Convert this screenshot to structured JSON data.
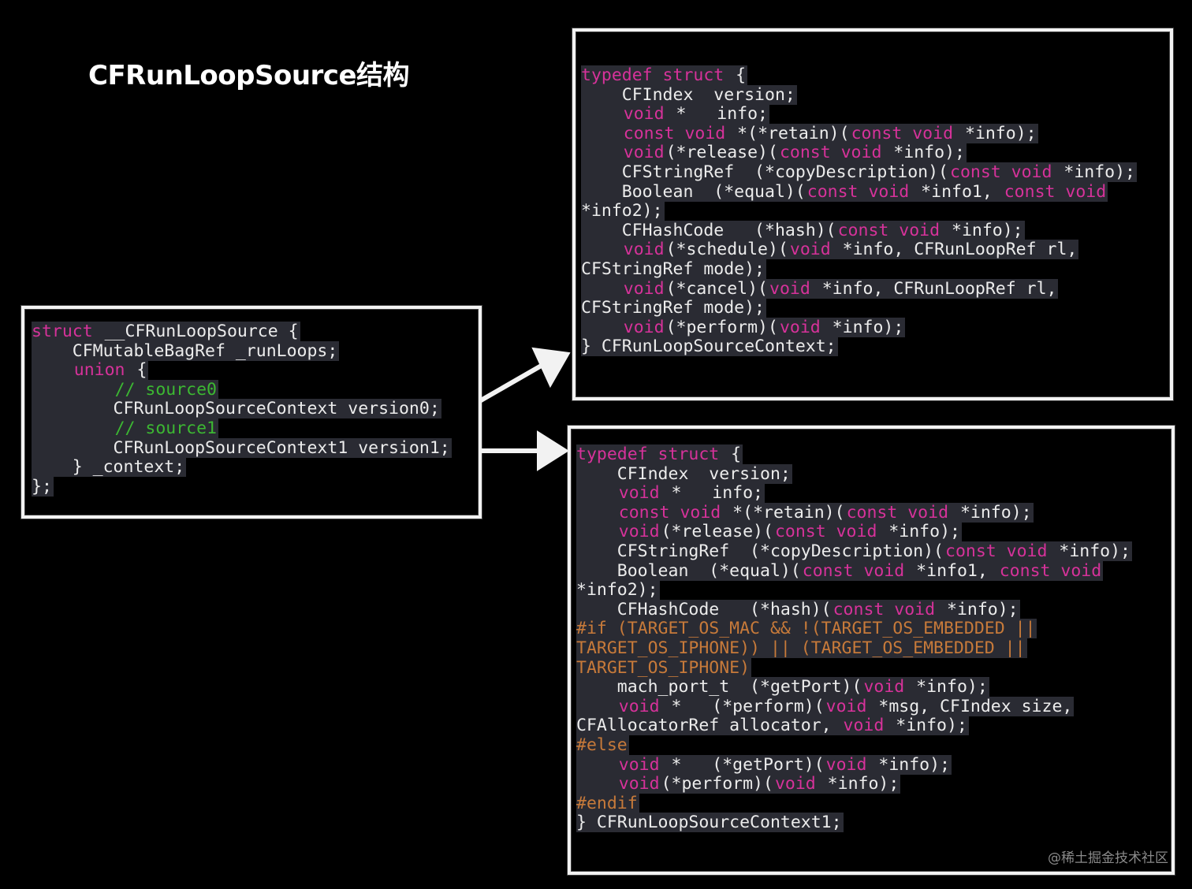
{
  "title": "CFRunLoopSource结构",
  "watermark": "@稀土掘金技术社区",
  "colors": {
    "keyword": "#d6329a",
    "comment": "#3cb832",
    "preprocessor": "#c77a3a",
    "text": "#ececec",
    "code_bg": "#2a2b33"
  },
  "left_code": [
    [
      [
        "kw",
        "struct"
      ],
      [
        "t",
        " __CFRunLoopSource {"
      ]
    ],
    [
      [
        "t",
        "    CFMutableBagRef _runLoops;"
      ]
    ],
    [
      [
        "t",
        "    "
      ],
      [
        "kw",
        "union"
      ],
      [
        "t",
        " {"
      ]
    ],
    [
      [
        "t",
        "        "
      ],
      [
        "cm",
        "// source0"
      ]
    ],
    [
      [
        "t",
        "        CFRunLoopSourceContext version0;"
      ]
    ],
    [
      [
        "t",
        "        "
      ],
      [
        "cm",
        "// source1"
      ]
    ],
    [
      [
        "t",
        "        CFRunLoopSourceContext1 version1;"
      ]
    ],
    [
      [
        "t",
        "    } _context;"
      ]
    ],
    [
      [
        "t",
        "};"
      ]
    ]
  ],
  "top_code": [
    [
      [
        "kw",
        "typedef struct"
      ],
      [
        "t",
        " {"
      ]
    ],
    [
      [
        "t",
        "    CFIndex  version;"
      ]
    ],
    [
      [
        "t",
        "    "
      ],
      [
        "kw",
        "void"
      ],
      [
        "t",
        " *   info;"
      ]
    ],
    [
      [
        "t",
        "    "
      ],
      [
        "kw",
        "const void"
      ],
      [
        "t",
        " *(*retain)("
      ],
      [
        "kw",
        "const void"
      ],
      [
        "t",
        " *info);"
      ]
    ],
    [
      [
        "t",
        "    "
      ],
      [
        "kw",
        "void"
      ],
      [
        "t",
        "(*release)("
      ],
      [
        "kw",
        "const void"
      ],
      [
        "t",
        " *info);"
      ]
    ],
    [
      [
        "t",
        "    CFStringRef  (*copyDescription)("
      ],
      [
        "kw",
        "const void"
      ],
      [
        "t",
        " *info);"
      ]
    ],
    [
      [
        "t",
        "    Boolean  (*equal)("
      ],
      [
        "kw",
        "const void"
      ],
      [
        "t",
        " *info1, "
      ],
      [
        "kw",
        "const void"
      ]
    ],
    [
      [
        "t",
        "*info2);"
      ]
    ],
    [
      [
        "t",
        "    CFHashCode   (*hash)("
      ],
      [
        "kw",
        "const void"
      ],
      [
        "t",
        " *info);"
      ]
    ],
    [
      [
        "t",
        "    "
      ],
      [
        "kw",
        "void"
      ],
      [
        "t",
        "(*schedule)("
      ],
      [
        "kw",
        "void"
      ],
      [
        "t",
        " *info, CFRunLoopRef rl,"
      ]
    ],
    [
      [
        "t",
        "CFStringRef mode);"
      ]
    ],
    [
      [
        "t",
        "    "
      ],
      [
        "kw",
        "void"
      ],
      [
        "t",
        "(*cancel)("
      ],
      [
        "kw",
        "void"
      ],
      [
        "t",
        " *info, CFRunLoopRef rl,"
      ]
    ],
    [
      [
        "t",
        "CFStringRef mode);"
      ]
    ],
    [
      [
        "t",
        "    "
      ],
      [
        "kw",
        "void"
      ],
      [
        "t",
        "(*perform)("
      ],
      [
        "kw",
        "void"
      ],
      [
        "t",
        " *info);"
      ]
    ],
    [
      [
        "t",
        "} CFRunLoopSourceContext;"
      ]
    ]
  ],
  "bottom_code": [
    [
      [
        "kw",
        "typedef struct"
      ],
      [
        "t",
        " {"
      ]
    ],
    [
      [
        "t",
        "    CFIndex  version;"
      ]
    ],
    [
      [
        "t",
        "    "
      ],
      [
        "kw",
        "void"
      ],
      [
        "t",
        " *   info;"
      ]
    ],
    [
      [
        "t",
        "    "
      ],
      [
        "kw",
        "const void"
      ],
      [
        "t",
        " *(*retain)("
      ],
      [
        "kw",
        "const void"
      ],
      [
        "t",
        " *info);"
      ]
    ],
    [
      [
        "t",
        "    "
      ],
      [
        "kw",
        "void"
      ],
      [
        "t",
        "(*release)("
      ],
      [
        "kw",
        "const void"
      ],
      [
        "t",
        " *info);"
      ]
    ],
    [
      [
        "t",
        "    CFStringRef  (*copyDescription)("
      ],
      [
        "kw",
        "const void"
      ],
      [
        "t",
        " *info);"
      ]
    ],
    [
      [
        "t",
        "    Boolean  (*equal)("
      ],
      [
        "kw",
        "const void"
      ],
      [
        "t",
        " *info1, "
      ],
      [
        "kw",
        "const void"
      ]
    ],
    [
      [
        "t",
        "*info2);"
      ]
    ],
    [
      [
        "t",
        "    CFHashCode   (*hash)("
      ],
      [
        "kw",
        "const void"
      ],
      [
        "t",
        " *info);"
      ]
    ],
    [
      [
        "pp",
        "#if (TARGET_OS_MAC && !(TARGET_OS_EMBEDDED ||"
      ]
    ],
    [
      [
        "pp",
        "TARGET_OS_IPHONE)) || (TARGET_OS_EMBEDDED ||"
      ]
    ],
    [
      [
        "pp",
        "TARGET_OS_IPHONE)"
      ]
    ],
    [
      [
        "t",
        "    mach_port_t  (*getPort)("
      ],
      [
        "kw",
        "void"
      ],
      [
        "t",
        " *info);"
      ]
    ],
    [
      [
        "t",
        "    "
      ],
      [
        "kw",
        "void"
      ],
      [
        "t",
        " *   (*perform)("
      ],
      [
        "kw",
        "void"
      ],
      [
        "t",
        " *msg, CFIndex size,"
      ]
    ],
    [
      [
        "t",
        "CFAllocatorRef allocator, "
      ],
      [
        "kw",
        "void"
      ],
      [
        "t",
        " *info);"
      ]
    ],
    [
      [
        "pp",
        "#else"
      ]
    ],
    [
      [
        "t",
        "    "
      ],
      [
        "kw",
        "void"
      ],
      [
        "t",
        " *   (*getPort)("
      ],
      [
        "kw",
        "void"
      ],
      [
        "t",
        " *info);"
      ]
    ],
    [
      [
        "t",
        "    "
      ],
      [
        "kw",
        "void"
      ],
      [
        "t",
        "(*perform)("
      ],
      [
        "kw",
        "void"
      ],
      [
        "t",
        " *info);"
      ]
    ],
    [
      [
        "pp",
        "#endif"
      ]
    ],
    [
      [
        "t",
        "} CFRunLoopSourceContext1;"
      ]
    ]
  ]
}
